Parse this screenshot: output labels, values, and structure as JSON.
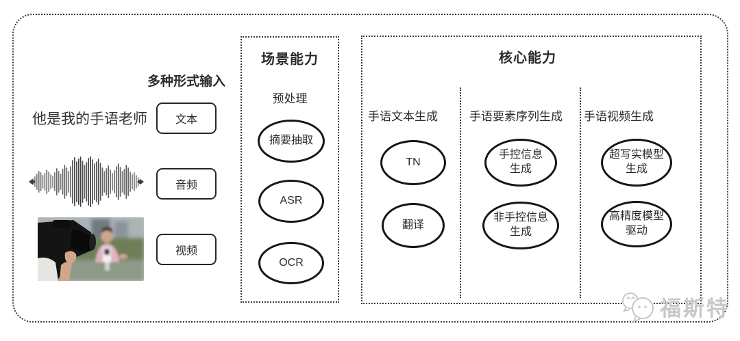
{
  "input": {
    "heading": "多种形式输入",
    "sentence": "他是我的手语老师",
    "types": [
      {
        "label": "文本"
      },
      {
        "label": "音频"
      },
      {
        "label": "视频"
      }
    ]
  },
  "scene": {
    "title": "场景能力",
    "stage_label": "预处理",
    "nodes": [
      "摘要抽取",
      "ASR",
      "OCR"
    ]
  },
  "core": {
    "title": "核心能力",
    "columns": [
      {
        "label": "手语文本生成",
        "nodes": [
          {
            "line1": "TN"
          },
          {
            "line1": "翻译"
          }
        ]
      },
      {
        "label": "手语要素序列生成",
        "nodes": [
          {
            "line1": "手控信息",
            "line2": "生成"
          },
          {
            "line1": "非手控信息",
            "line2": "生成"
          }
        ]
      },
      {
        "label": "手语视频生成",
        "nodes": [
          {
            "line1": "超写实模型",
            "line2": "生成"
          },
          {
            "line1": "高精度模型",
            "line2": "驱动"
          }
        ]
      }
    ]
  },
  "watermark": {
    "text": "福斯特"
  },
  "colors": {
    "border": "#3b3b3b",
    "stroke": "#161616",
    "watermark": "#c8c8c8"
  }
}
